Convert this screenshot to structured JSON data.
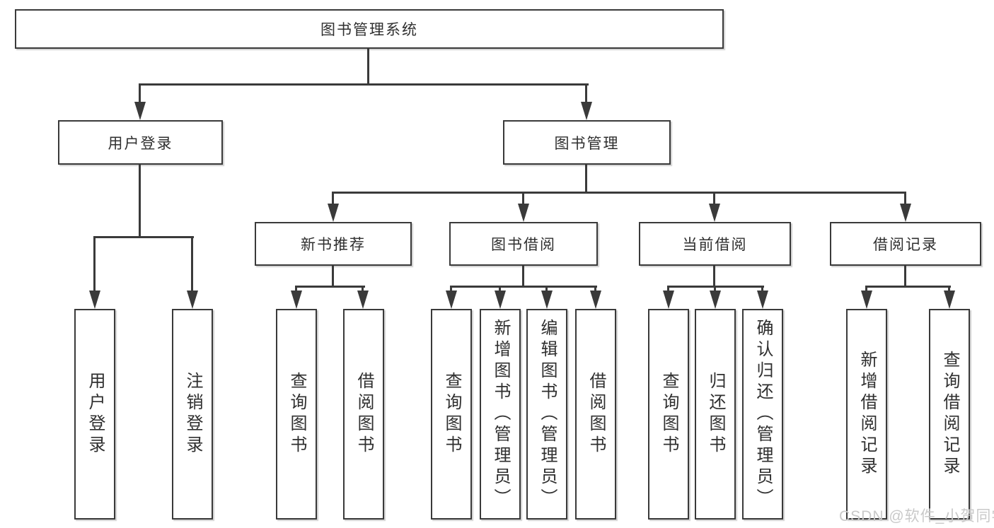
{
  "diagram": {
    "root": {
      "label": "图书管理系统"
    },
    "level2": [
      {
        "label": "用户登录"
      },
      {
        "label": "图书管理"
      }
    ],
    "level3": [
      {
        "label": "新书推荐"
      },
      {
        "label": "图书借阅"
      },
      {
        "label": "当前借阅"
      },
      {
        "label": "借阅记录"
      }
    ],
    "leaves": [
      {
        "label": "用户登录"
      },
      {
        "label": "注销登录"
      },
      {
        "label": "查询图书"
      },
      {
        "label": "借阅图书"
      },
      {
        "label": "查询图书"
      },
      {
        "label": "新增图书（管理员）"
      },
      {
        "label": "编辑图书（管理员）"
      },
      {
        "label": "借阅图书"
      },
      {
        "label": "查询图书"
      },
      {
        "label": "归还图书"
      },
      {
        "label": "确认归还（管理员）"
      },
      {
        "label": "新增借阅记录"
      },
      {
        "label": "查询借阅记录"
      }
    ]
  },
  "watermark": {
    "text": "CSDN @软件_小贺同学"
  },
  "colors": {
    "line": "#3a3a3a",
    "text": "#2f2f2f",
    "watermark": "#c9c9c9",
    "background": "#ffffff"
  }
}
